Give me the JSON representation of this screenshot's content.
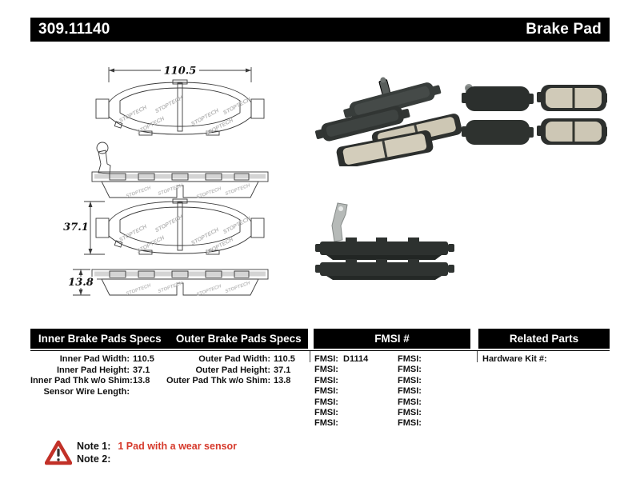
{
  "header": {
    "part_number": "309.11140",
    "product_name": "Brake Pad"
  },
  "drawing": {
    "width_dim": "110.5",
    "height_dim": "37.1",
    "thickness_dim": "13.8",
    "watermark": "STOPTECH"
  },
  "table": {
    "headers": {
      "inner": "Inner Brake Pads Specs",
      "outer": "Outer Brake Pads Specs",
      "fmsi": "FMSI #",
      "related": "Related Parts"
    },
    "inner_rows": [
      {
        "label": "Inner Pad Width:",
        "value": "110.5"
      },
      {
        "label": "Inner Pad Height:",
        "value": "37.1"
      },
      {
        "label": "Inner Pad Thk w/o Shim:",
        "value": "13.8"
      },
      {
        "label": "Sensor Wire Length:",
        "value": ""
      }
    ],
    "outer_rows": [
      {
        "label": "Outer Pad Width:",
        "value": "110.5"
      },
      {
        "label": "Outer Pad Height:",
        "value": "37.1"
      },
      {
        "label": "Outer Pad Thk w/o Shim:",
        "value": "13.8"
      }
    ],
    "fmsi_col1": [
      {
        "label": "FMSI:",
        "value": "D1114"
      },
      {
        "label": "FMSI:",
        "value": ""
      },
      {
        "label": "FMSI:",
        "value": ""
      },
      {
        "label": "FMSI:",
        "value": ""
      },
      {
        "label": "FMSI:",
        "value": ""
      },
      {
        "label": "FMSI:",
        "value": ""
      },
      {
        "label": "FMSI:",
        "value": ""
      }
    ],
    "fmsi_col2": [
      {
        "label": "FMSI:",
        "value": ""
      },
      {
        "label": "FMSI:",
        "value": ""
      },
      {
        "label": "FMSI:",
        "value": ""
      },
      {
        "label": "FMSI:",
        "value": ""
      },
      {
        "label": "FMSI:",
        "value": ""
      },
      {
        "label": "FMSI:",
        "value": ""
      },
      {
        "label": "FMSI:",
        "value": ""
      }
    ],
    "related_rows": [
      {
        "label": "Hardware Kit #:",
        "value": ""
      }
    ]
  },
  "notes": {
    "note1_label": "Note 1:",
    "note1_text": "1 Pad with a wear sensor",
    "note2_label": "Note 2:",
    "note2_text": ""
  },
  "colors": {
    "accent_red": "#d63a2c",
    "bar_black": "#000000"
  }
}
